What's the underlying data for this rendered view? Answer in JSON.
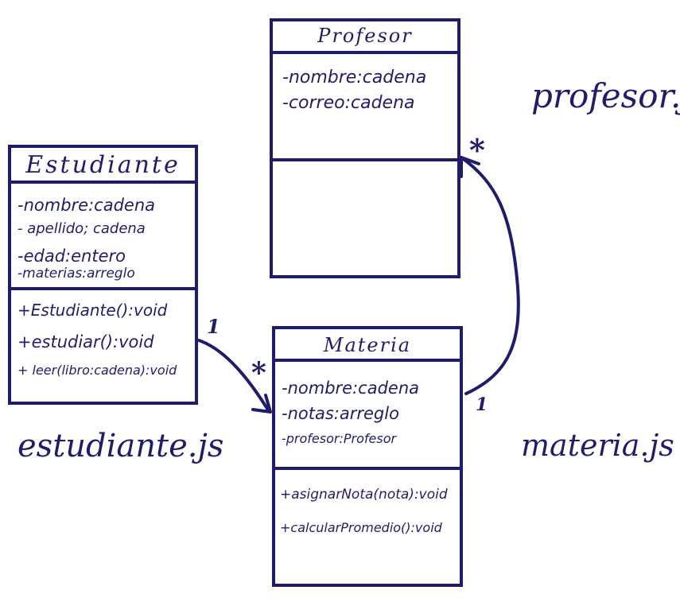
{
  "diagram": {
    "stroke_color": "#1f1d6b",
    "classes": {
      "profesor": {
        "name": "Profesor",
        "attributes": [
          "-nombre:cadena",
          "-correo:cadena"
        ],
        "methods": []
      },
      "estudiante": {
        "name": "Estudiante",
        "attributes": [
          "-nombre:cadena",
          "- apellido; cadena",
          "-edad:entero",
          "-materias:arreglo"
        ],
        "methods": [
          "+Estudiante():void",
          "+estudiar():void",
          "+ leer(libro:cadena):void"
        ]
      },
      "materia": {
        "name": "Materia",
        "attributes": [
          "-nombre:cadena",
          "-notas:arreglo",
          "-profesor:Profesor"
        ],
        "methods": [
          "+asignarNota(nota):void",
          "+calcularPromedio():void"
        ]
      }
    },
    "relations": {
      "estudiante_materia": {
        "source_mult": "1",
        "target_mult": "*"
      },
      "materia_profesor": {
        "source_mult": "1",
        "target_mult": "*"
      }
    },
    "file_labels": {
      "estudiante": "estudiante.js",
      "materia": "materia.js",
      "profesor": "profesor.js"
    }
  }
}
